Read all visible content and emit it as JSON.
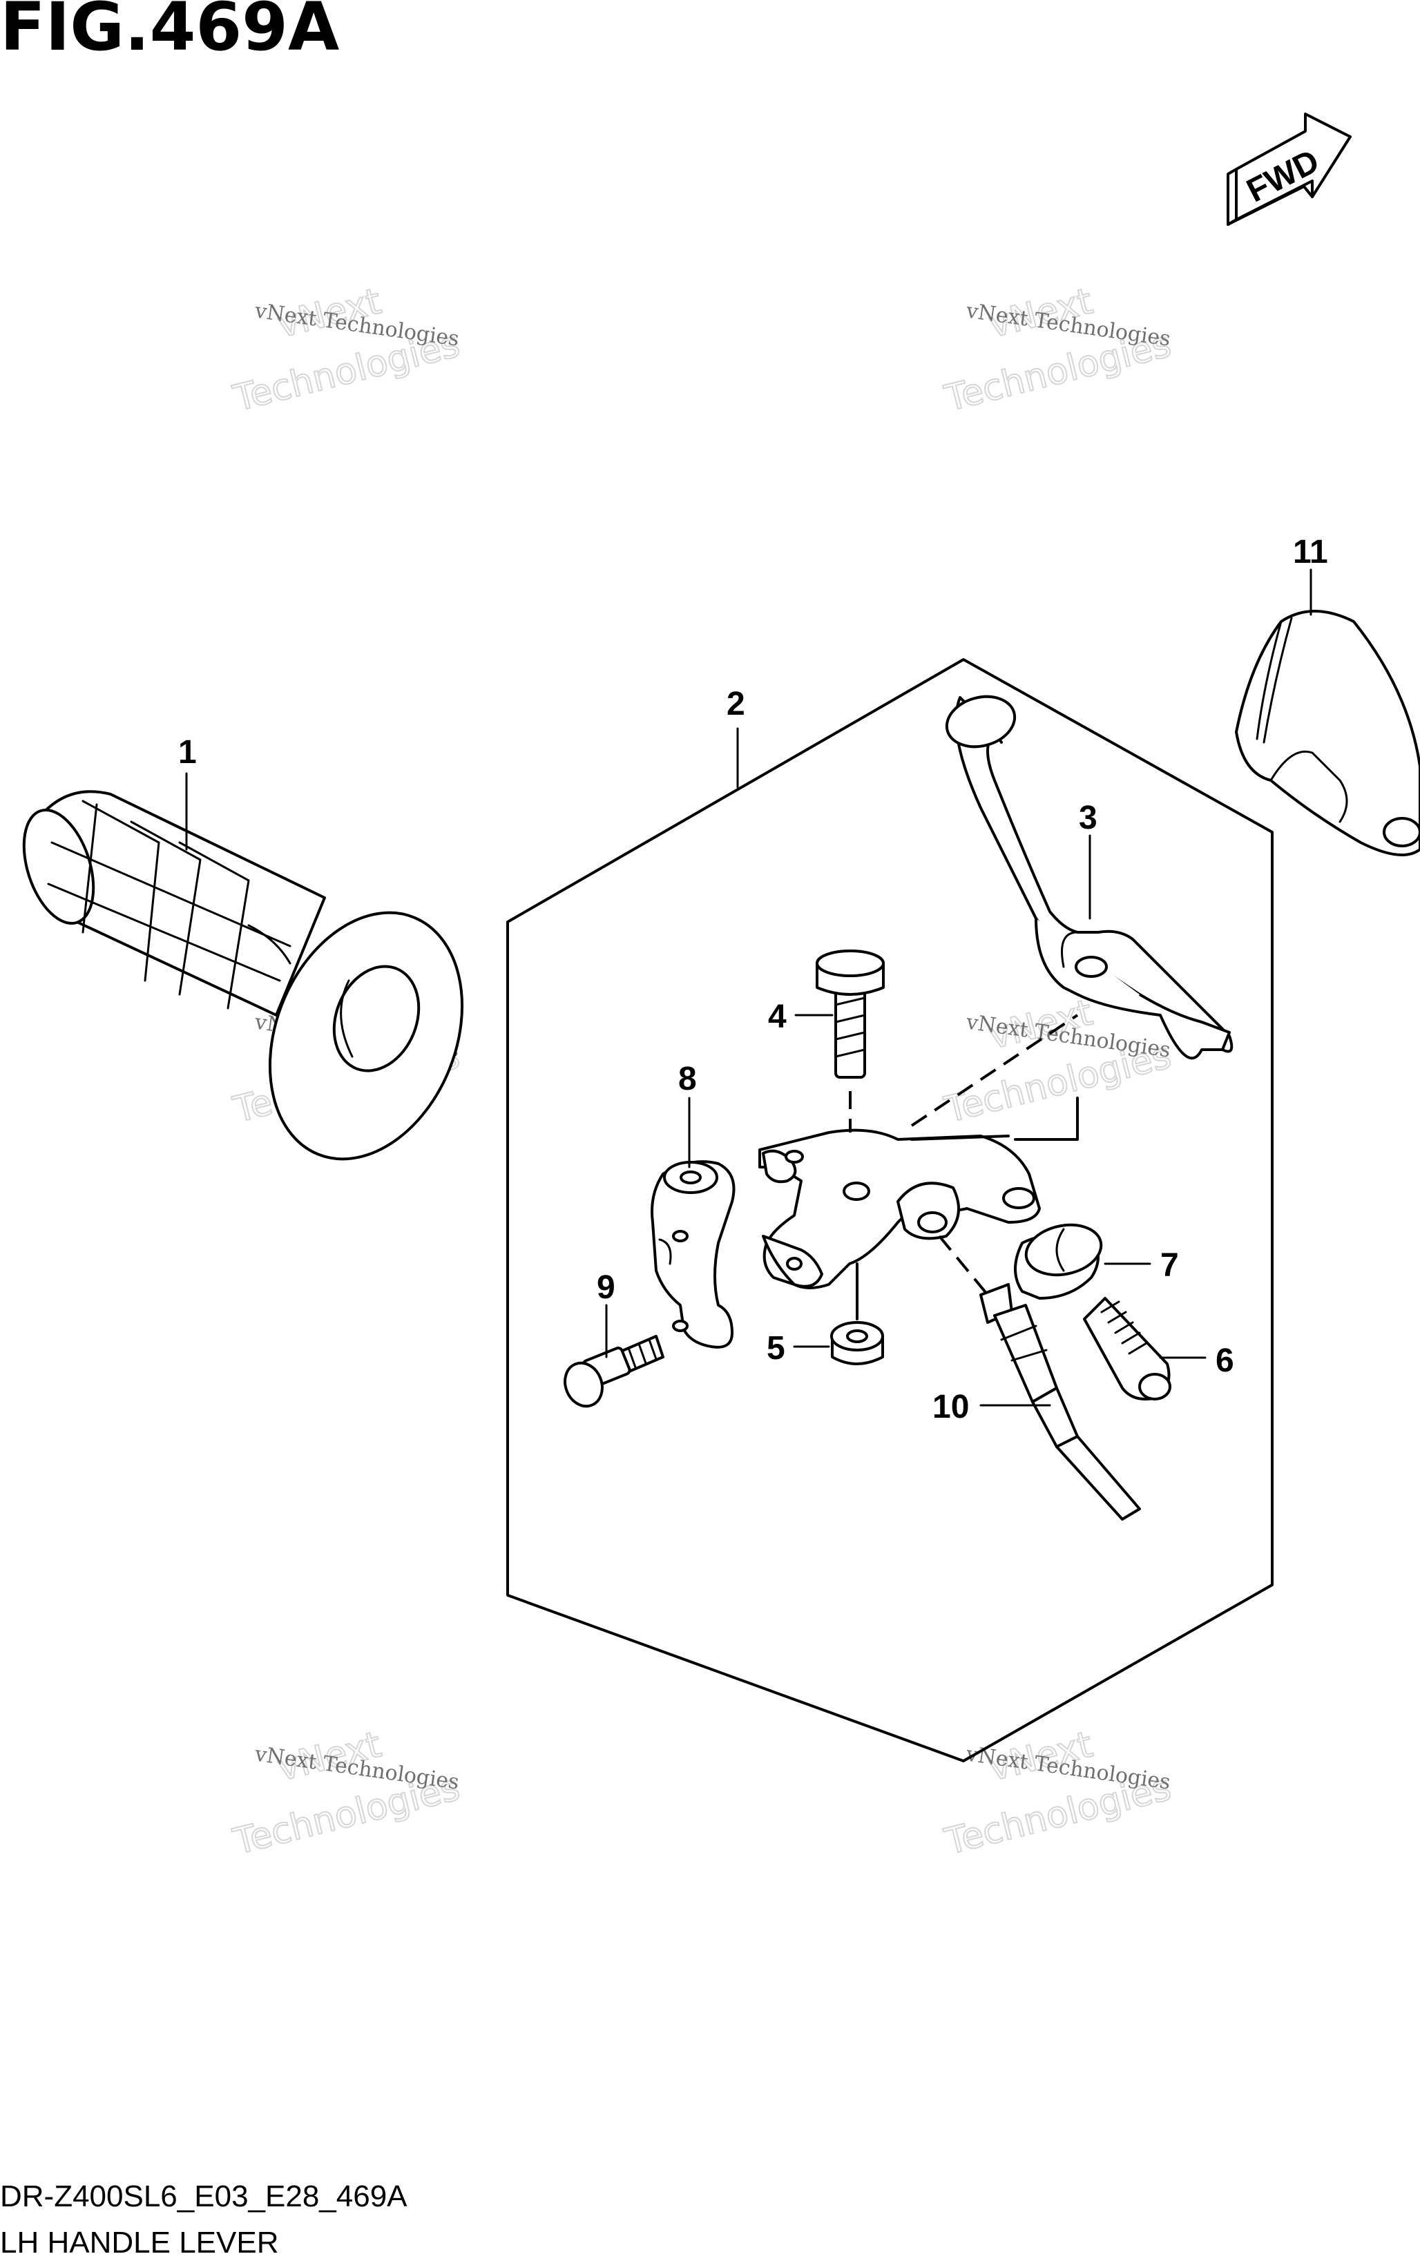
{
  "figure": {
    "title": "FIG.469A",
    "direction_badge": "FWD"
  },
  "callouts": [
    {
      "id": "1",
      "label": "1"
    },
    {
      "id": "2",
      "label": "2"
    },
    {
      "id": "3",
      "label": "3"
    },
    {
      "id": "4",
      "label": "4"
    },
    {
      "id": "5",
      "label": "5"
    },
    {
      "id": "6",
      "label": "6"
    },
    {
      "id": "7",
      "label": "7"
    },
    {
      "id": "8",
      "label": "8"
    },
    {
      "id": "9",
      "label": "9"
    },
    {
      "id": "10",
      "label": "10"
    },
    {
      "id": "11",
      "label": "11"
    }
  ],
  "watermark": {
    "small": "vNext Technologies",
    "large_top": "vNext",
    "large_bottom": "Technologies"
  },
  "footer": {
    "code": "DR-Z400SL6_E03_E28_469A",
    "caption": "LH HANDLE LEVER"
  }
}
